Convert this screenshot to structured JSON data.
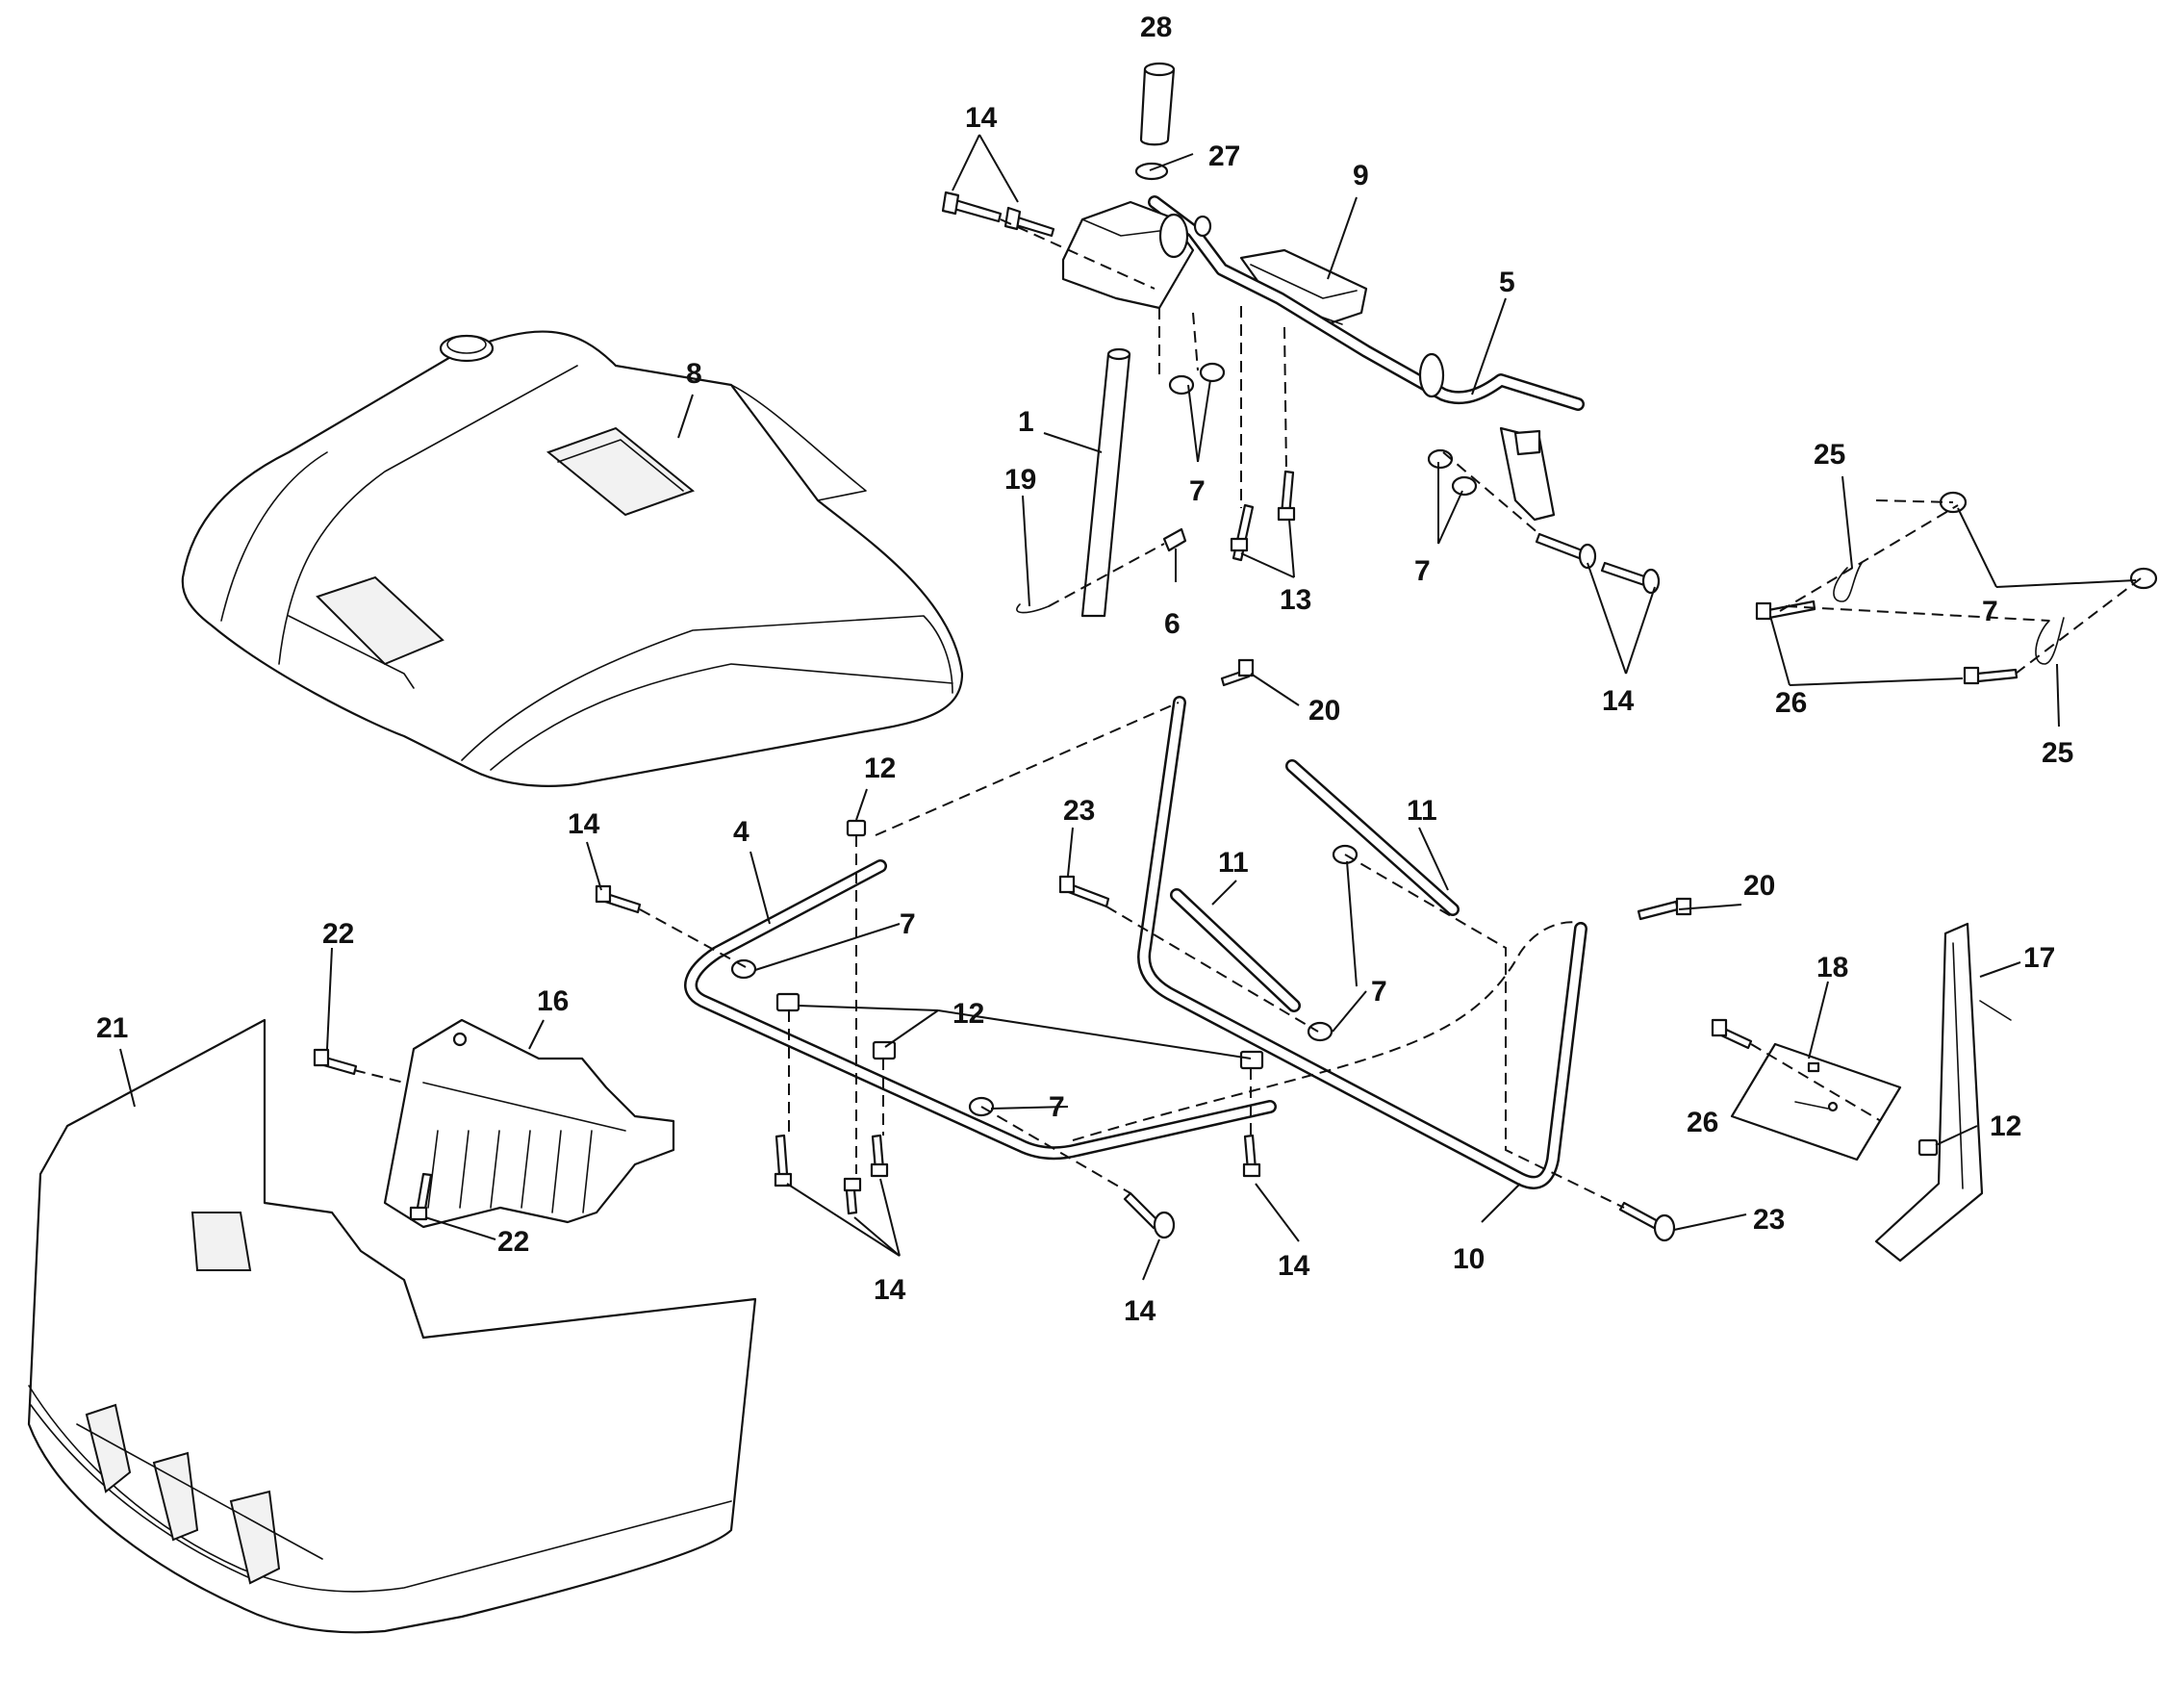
{
  "callouts": {
    "c1": "1",
    "c4": "4",
    "c5": "5",
    "c6": "6",
    "c7a": "7",
    "c7b": "7",
    "c7c": "7",
    "c7d": "7",
    "c7e": "7",
    "c7f": "7",
    "c8": "8",
    "c9": "9",
    "c10": "10",
    "c11a": "11",
    "c11b": "11",
    "c12a": "12",
    "c12b": "12",
    "c12c": "12",
    "c13": "13",
    "c14a": "14",
    "c14b": "14",
    "c14c": "14",
    "c14d": "14",
    "c14e": "14",
    "c14f": "14",
    "c16": "16",
    "c17": "17",
    "c18": "18",
    "c19": "19",
    "c20a": "20",
    "c20b": "20",
    "c21": "21",
    "c22a": "22",
    "c22b": "22",
    "c23a": "23",
    "c23b": "23",
    "c25a": "25",
    "c25b": "25",
    "c26a": "26",
    "c26b": "26",
    "c27": "27",
    "c28": "28"
  }
}
